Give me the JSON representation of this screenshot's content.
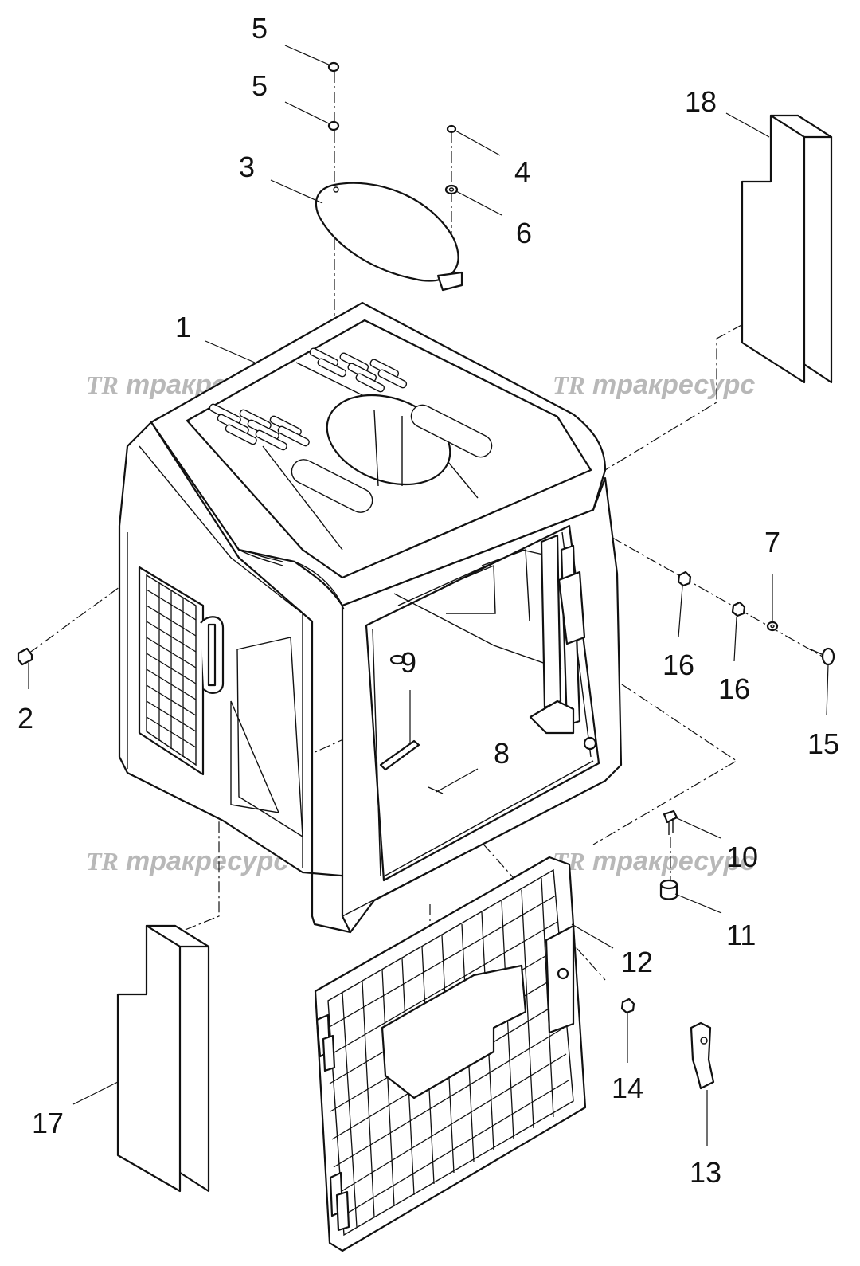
{
  "watermark": {
    "logo": "TR",
    "text": "тракресурс",
    "color": "#b8b8b8"
  },
  "callouts": {
    "c1": "1",
    "c2": "2",
    "c3": "3",
    "c4": "4",
    "c5a": "5",
    "c5b": "5",
    "c6": "6",
    "c7": "7",
    "c8": "8",
    "c9": "9",
    "c10": "10",
    "c11": "11",
    "c12": "12",
    "c13": "13",
    "c14": "14",
    "c15": "15",
    "c16a": "16",
    "c16b": "16",
    "c17": "17",
    "c18": "18"
  },
  "colors": {
    "line": "#111111",
    "background": "#ffffff"
  }
}
